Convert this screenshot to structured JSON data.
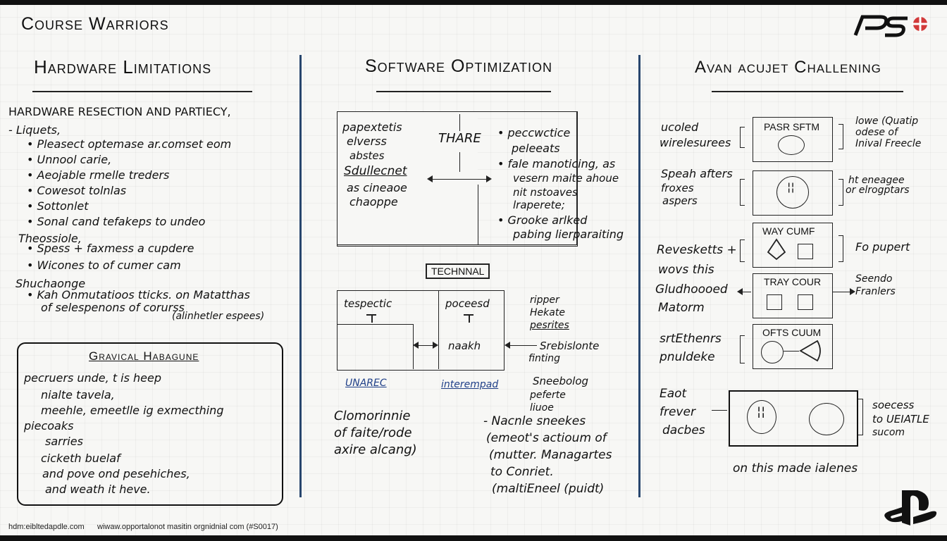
{
  "header": {
    "brand": "Course Warriors"
  },
  "columns": {
    "hardware": {
      "title": "Hardware Limitations",
      "lines": [
        "HARDWARE RESECTION AND PARTIECY,",
        "- Liquets,",
        "• Pleasect optemase ar.comset eom",
        "• Unnool carie,",
        "• Aeojable rmelle treders",
        "• Cowesot tolnlas",
        "• Sottonlet",
        "• Sonal cand tefakeps to undeo",
        "Theossiole,",
        "• Spess + faxmess a cupdere",
        "• Wicones to of cumer cam",
        "Shuchaonge",
        "• Kah Onmutatioos tticks. on Matatthas",
        "of selespenons of corurss",
        "(alinhetler espees)"
      ],
      "box": {
        "title": "Gravical Habagune",
        "lines": [
          "pecruers unde, t is heep",
          "nialte tavela,",
          "meehle, emeetlle ig exmecthing",
          "piecoaks",
          "sarries",
          "cicketh buelaf",
          "and pove ond pesehiches,",
          "and weath it heve."
        ]
      }
    },
    "software": {
      "title": "Software Optimization",
      "top_left_lines": [
        "papextetis",
        "elverss",
        "abstes",
        "Sdullecnet",
        "as cineaoe",
        "chaoppe"
      ],
      "center_label": "THARE",
      "top_right_lines": [
        "• peccwctice",
        "peleeats",
        "• fale manoticing, as",
        "vesern maite ahoue",
        "nit nstoaves",
        "lraperete;",
        "• Grooke arlked",
        "pabing lierparaiting"
      ],
      "tag": "TECHNNAL",
      "box_a_label": "tespectic",
      "box_b_label": "poceesd",
      "box_b_inner": "naakh",
      "right_note": [
        "ripper",
        "Hekate",
        "pesrites"
      ],
      "flow_note_1": "Srebislonte",
      "flow_note_1b": "finting",
      "flow_note_2": [
        "Sneebolog",
        "peferte",
        "liuoe"
      ],
      "link_a": "UNAREC",
      "link_b": "interempad",
      "bottom_left": [
        "Clomorinnie",
        "of faite/rode",
        "axire alcang)"
      ],
      "bottom_right": [
        "- Nacnle sneekes",
        "(emeot's actioum of",
        "(mutter. Managartes",
        "to Conriet.",
        "(maltiEneel (puidt)"
      ]
    },
    "advanced": {
      "title": "Avan acujet Challening",
      "rows": [
        {
          "left": [
            "ucoled",
            "wirelesurees"
          ],
          "box_label": "PASR SFTM",
          "right": [
            "lowe (Quatip",
            "odese of",
            "Inival Freecle"
          ]
        },
        {
          "left": [
            "Speah afters",
            "froxes",
            "aspers"
          ],
          "box_label": "",
          "right": [
            "ht eneagee",
            "or elrogptars"
          ]
        },
        {
          "left": [
            "Revesketts +",
            "wovs this"
          ],
          "box_label": "WAY CUMF",
          "right": [
            "Fo pupert"
          ]
        },
        {
          "left": [
            "Gludhoooed",
            "Matorm"
          ],
          "box_label": "TRAY COUR",
          "right": [
            "Seendo",
            "Franlers"
          ]
        },
        {
          "left": [
            "srtEthenrs",
            "pnuldeke"
          ],
          "box_label": "OFTS CUUM",
          "right": []
        }
      ],
      "final_left": [
        "Eaot",
        "frever",
        "dacbes"
      ],
      "final_right": [
        "soecess",
        "to UEIATLE",
        "sucom"
      ],
      "closing": "on this made ialenes"
    }
  },
  "footer": {
    "left": "hdm:eibltedapdle.com",
    "right": "wiwaw.opportalonot masitin orgnidnial com (#S0017)"
  },
  "colors": {
    "divider": "#28466e",
    "link": "#1f3f88"
  },
  "icons": [
    "playstation-logo",
    "ps5-logo"
  ]
}
